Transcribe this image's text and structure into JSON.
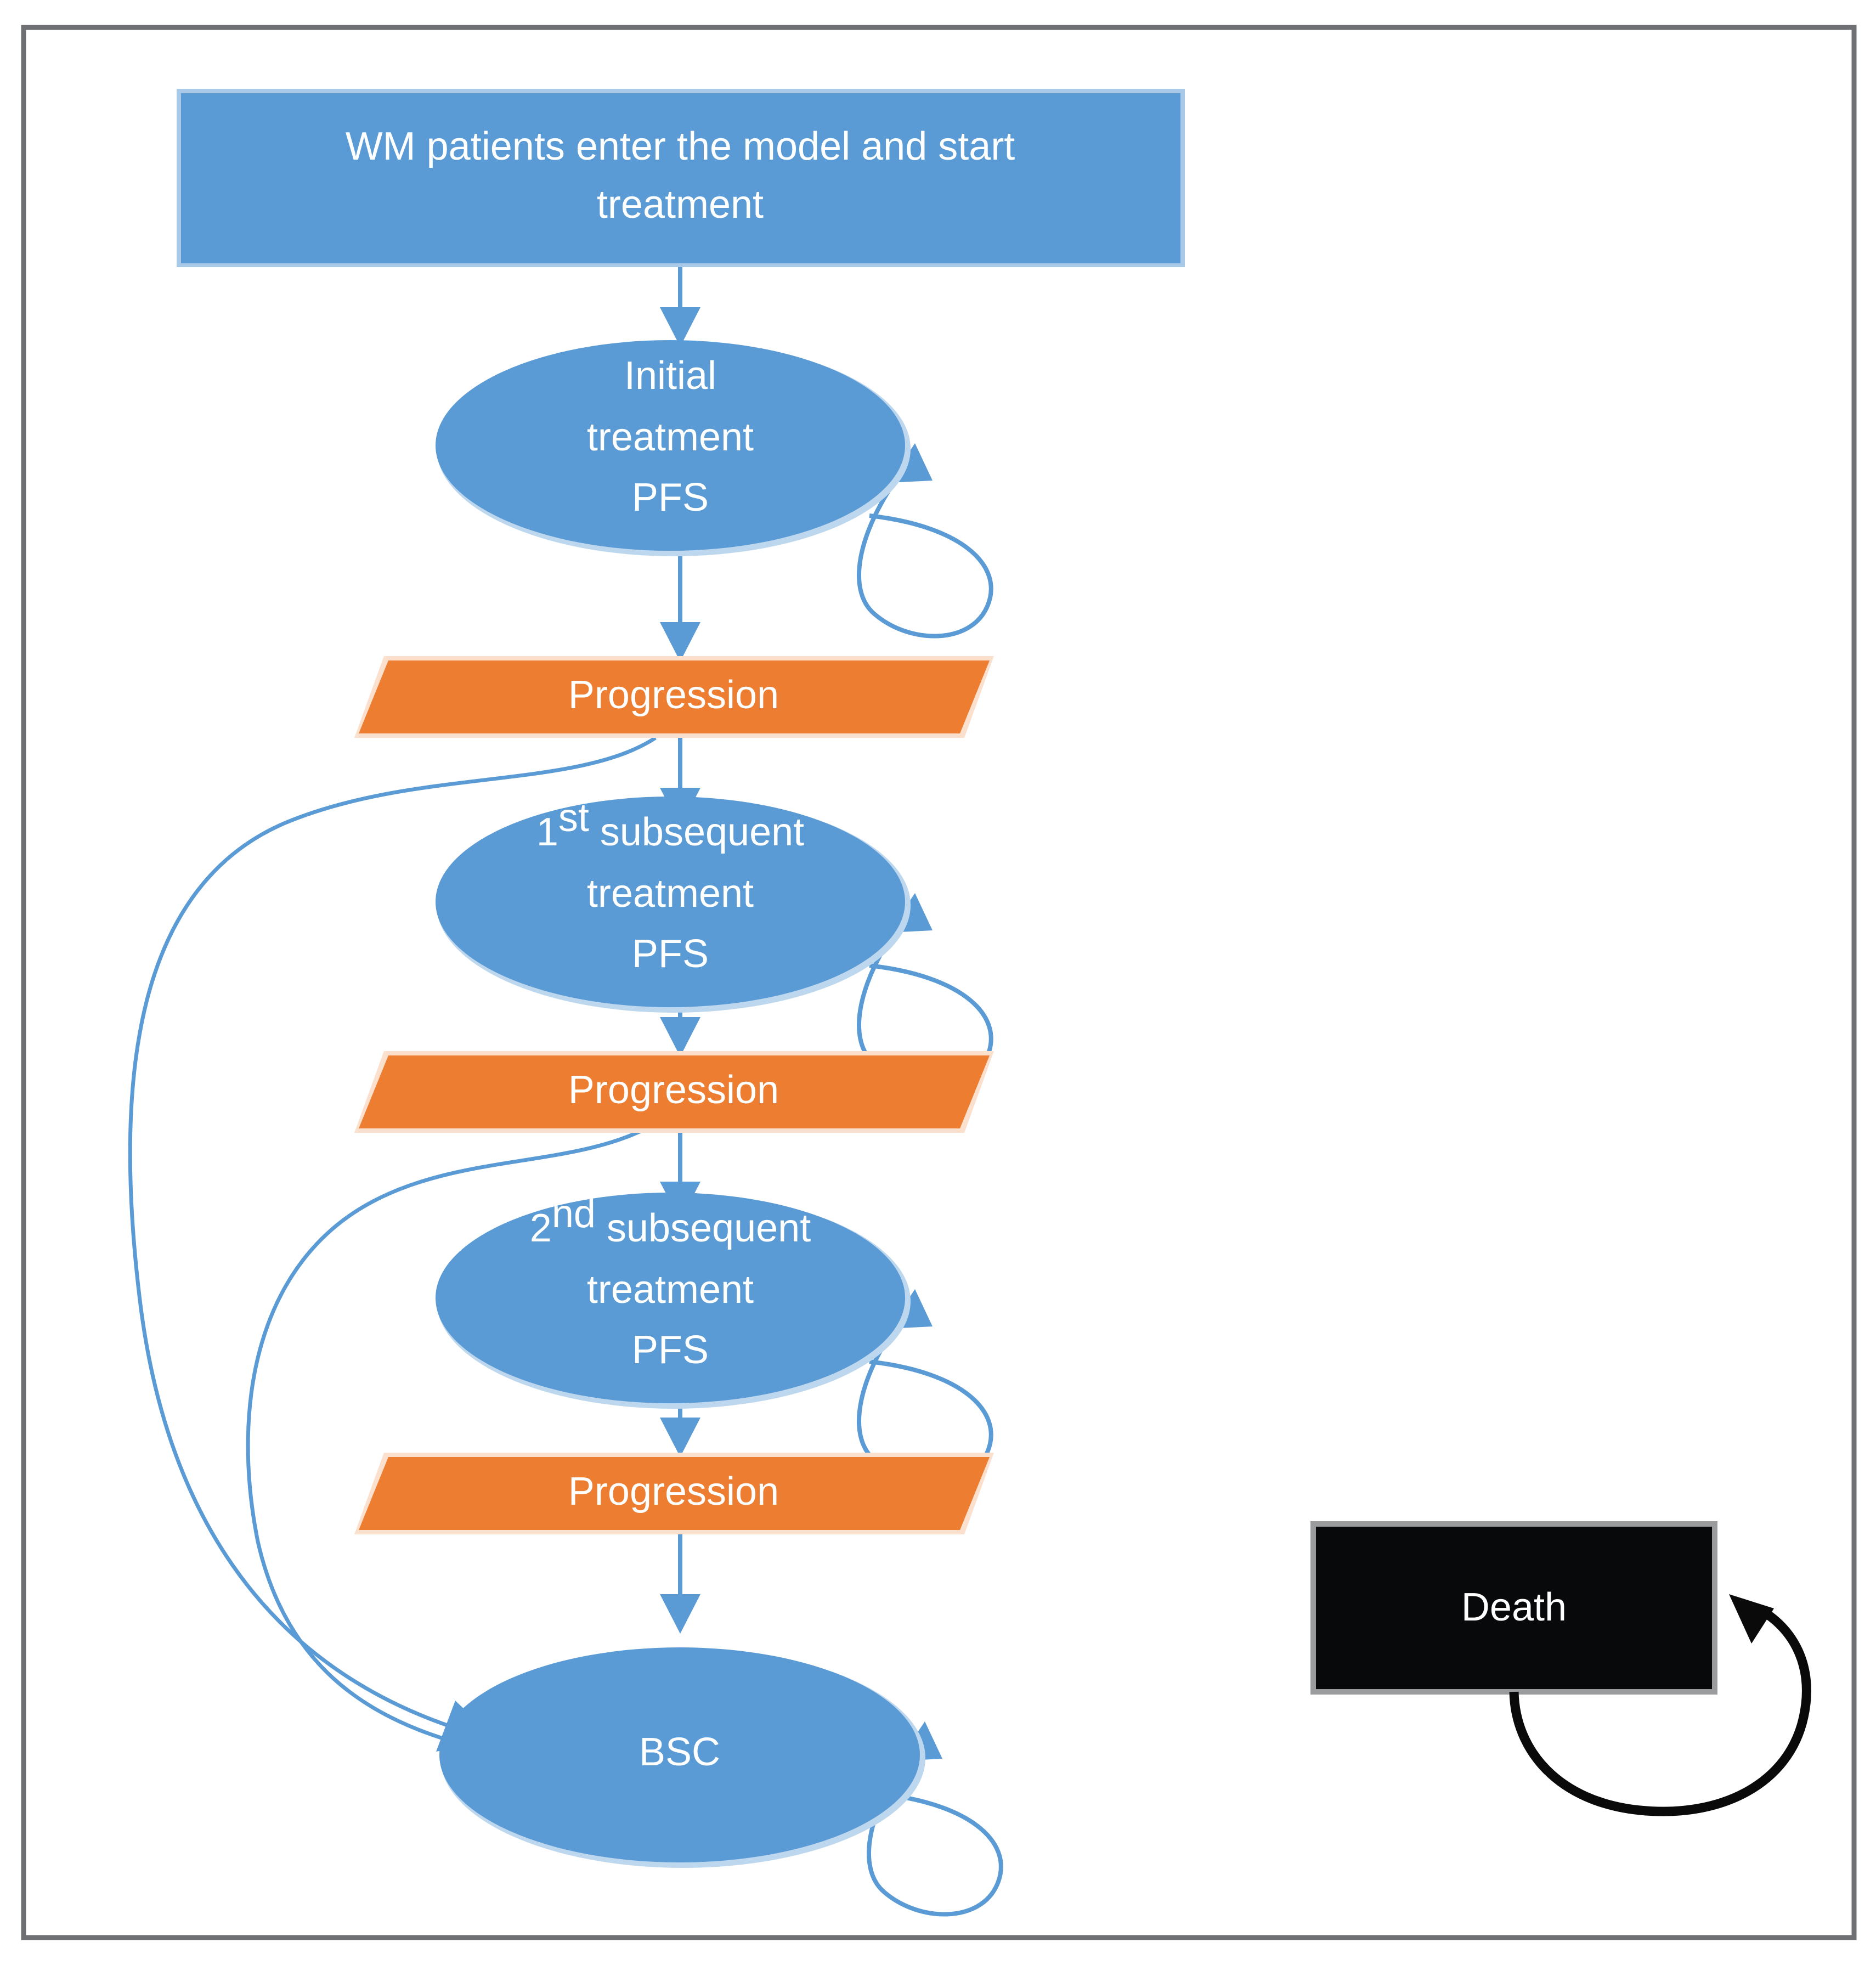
{
  "diagram": {
    "title": "WM treatment state-transition model",
    "colors": {
      "blue": "#5B9BD5",
      "orange": "#ED7D31",
      "black": "#08090B",
      "frame_grey": "#6E7073",
      "label_white": "#FFFFFF"
    },
    "nodes": [
      {
        "id": "entry",
        "shape": "rectangle",
        "color": "#5B9BD5",
        "label": "WM patients enter the model and start treatment",
        "line1": "WM patients enter the model and start",
        "line2": "treatment"
      },
      {
        "id": "initial-pfs",
        "shape": "ellipse",
        "color": "#5B9BD5",
        "label": "Initial treatment PFS",
        "line1": "Initial",
        "line2": "treatment",
        "line3": "PFS",
        "has_self_loop": true
      },
      {
        "id": "progression-1",
        "shape": "parallelogram",
        "color": "#ED7D31",
        "label": "Progression"
      },
      {
        "id": "first-subsequent-pfs",
        "shape": "ellipse",
        "color": "#5B9BD5",
        "label": "1st subsequent treatment PFS",
        "line1_main": "1",
        "line1_sup": "st",
        "line1_rest": " subsequent",
        "line2": "treatment",
        "line3": "PFS",
        "has_self_loop": true
      },
      {
        "id": "progression-2",
        "shape": "parallelogram",
        "color": "#ED7D31",
        "label": "Progression"
      },
      {
        "id": "second-subsequent-pfs",
        "shape": "ellipse",
        "color": "#5B9BD5",
        "label": "2nd subsequent treatment PFS",
        "line1_main": "2",
        "line1_sup": "nd",
        "line1_rest": " subsequent",
        "line2": "treatment",
        "line3": "PFS",
        "has_self_loop": true
      },
      {
        "id": "progression-3",
        "shape": "parallelogram",
        "color": "#ED7D31",
        "label": "Progression"
      },
      {
        "id": "bsc",
        "shape": "ellipse",
        "color": "#5B9BD5",
        "label": "BSC",
        "has_self_loop": true
      },
      {
        "id": "death",
        "shape": "rectangle",
        "color": "#08090B",
        "label": "Death",
        "has_self_loop": true
      }
    ],
    "edges": [
      {
        "from": "entry",
        "to": "initial-pfs",
        "type": "straight"
      },
      {
        "from": "initial-pfs",
        "to": "initial-pfs",
        "type": "self-loop"
      },
      {
        "from": "initial-pfs",
        "to": "progression-1",
        "type": "straight"
      },
      {
        "from": "progression-1",
        "to": "first-subsequent-pfs",
        "type": "straight"
      },
      {
        "from": "progression-1",
        "to": "bsc",
        "type": "bypass-curve"
      },
      {
        "from": "first-subsequent-pfs",
        "to": "first-subsequent-pfs",
        "type": "self-loop"
      },
      {
        "from": "first-subsequent-pfs",
        "to": "progression-2",
        "type": "straight"
      },
      {
        "from": "progression-2",
        "to": "second-subsequent-pfs",
        "type": "straight"
      },
      {
        "from": "progression-2",
        "to": "bsc",
        "type": "bypass-curve"
      },
      {
        "from": "second-subsequent-pfs",
        "to": "second-subsequent-pfs",
        "type": "self-loop"
      },
      {
        "from": "second-subsequent-pfs",
        "to": "progression-3",
        "type": "straight"
      },
      {
        "from": "progression-3",
        "to": "bsc",
        "type": "straight"
      },
      {
        "from": "bsc",
        "to": "bsc",
        "type": "self-loop"
      },
      {
        "from": "death",
        "to": "death",
        "type": "self-loop"
      }
    ]
  }
}
